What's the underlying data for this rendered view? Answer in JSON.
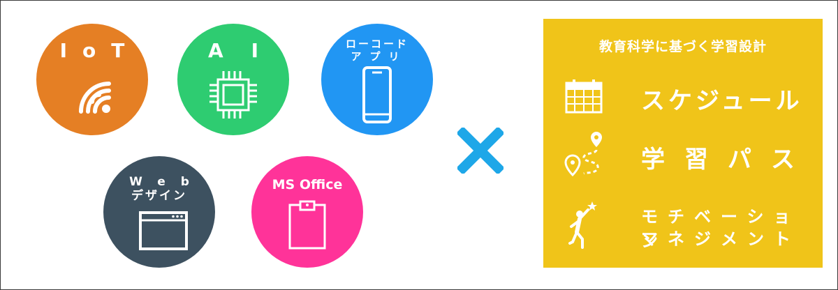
{
  "topics": {
    "iot": {
      "label": "IoT",
      "icon": "wifi-icon",
      "color": "#e57f24"
    },
    "ai": {
      "label": "AI",
      "icon": "chip-icon",
      "color": "#2ecc71"
    },
    "lowcode": {
      "label_line1": "ローコード",
      "label_line2": "アプリ",
      "icon": "smartphone-icon",
      "color": "#2196f3"
    },
    "web": {
      "label_line1": "Web",
      "label_line2": "デザイン",
      "icon": "browser-window-icon",
      "color": "#3d5160"
    },
    "msoffice": {
      "label": "MS Office",
      "icon": "clipboard-icon",
      "color": "#ff3399"
    }
  },
  "multiply_symbol": {
    "icon": "multiply-icon",
    "color": "#1ea7e8"
  },
  "learning_panel": {
    "title": "教育科学に基づく学習設計",
    "background": "#f0c419",
    "items": [
      {
        "label": "スケジュール",
        "icon": "calendar-icon"
      },
      {
        "label": "学習パス",
        "icon": "route-path-icon"
      },
      {
        "label_line1": "モチベーション",
        "label_line2": "マネジメント",
        "icon": "person-reaching-star-icon"
      }
    ]
  }
}
